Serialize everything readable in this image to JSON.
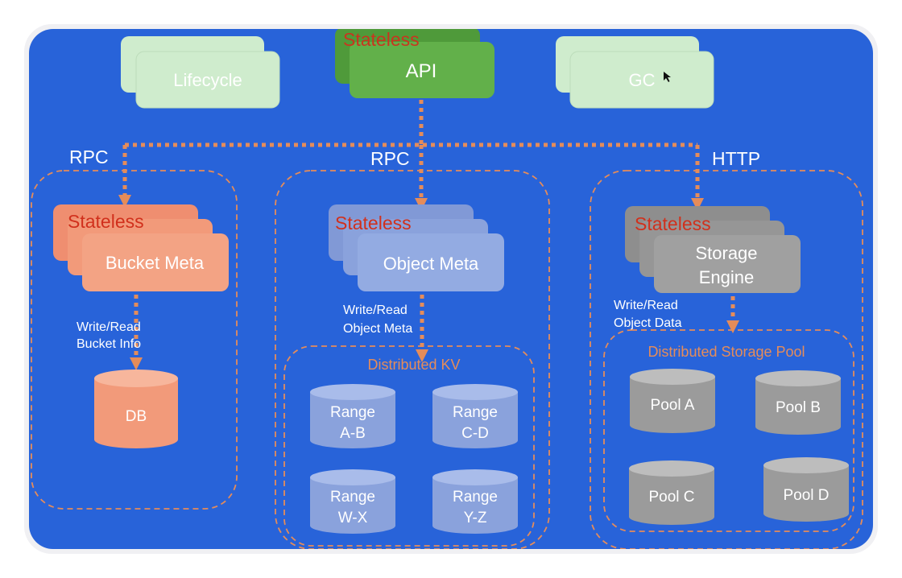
{
  "top": {
    "lifecycle": "Lifecycle",
    "api_stateless": "Stateless",
    "api": "API",
    "gc": "GC"
  },
  "protocols": {
    "left": "RPC",
    "middle": "RPC",
    "right": "HTTP"
  },
  "bucket": {
    "stateless": "Stateless",
    "title": "Bucket Meta",
    "edge_line1": "Write/Read",
    "edge_line2": "Bucket Info",
    "db": "DB"
  },
  "object": {
    "stateless": "Stateless",
    "title": "Object Meta",
    "edge_line1": "Write/Read",
    "edge_line2": "Object Meta",
    "kv_title": "Distributed KV",
    "ranges": [
      {
        "line1": "Range",
        "line2": "A-B"
      },
      {
        "line1": "Range",
        "line2": "C-D"
      },
      {
        "line1": "Range",
        "line2": "W-X"
      },
      {
        "line1": "Range",
        "line2": "Y-Z"
      }
    ]
  },
  "storage": {
    "stateless": "Stateless",
    "title_line1": "Storage",
    "title_line2": "Engine",
    "edge_line1": "Write/Read",
    "edge_line2": "Object Data",
    "pool_title": "Distributed Storage Pool",
    "pools": [
      "Pool A",
      "Pool B",
      "Pool C",
      "Pool D"
    ]
  },
  "colors": {
    "background": "#2863d9",
    "dashed": "#e58c5a",
    "green_light": "#cfeccd",
    "green_api": "#62b04a",
    "salmon": "#f29a7a",
    "lavender": "#8fa7e0",
    "gray": "#9b9b9b",
    "stateless_text": "#d1301c"
  }
}
